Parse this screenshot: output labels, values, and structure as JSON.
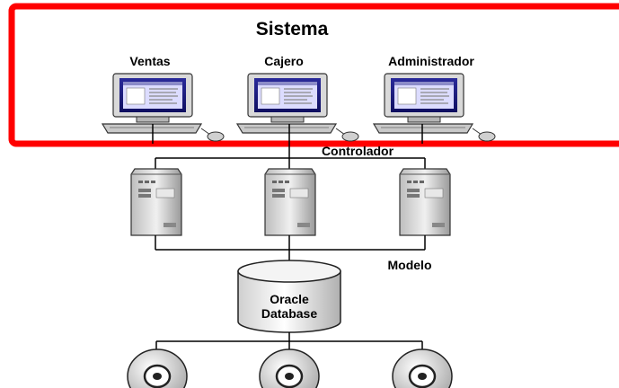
{
  "title": "Sistema",
  "highlight_color": "#ff0000",
  "clients": [
    {
      "label": "Ventas",
      "icon": "computer-icon"
    },
    {
      "label": "Cajero",
      "icon": "computer-icon"
    },
    {
      "label": "Administrador",
      "icon": "computer-icon"
    }
  ],
  "controller": {
    "label": "Controlador",
    "icon": "server-tower-icon"
  },
  "model": {
    "label": "Modelo"
  },
  "database": {
    "line1": "Oracle",
    "line2": "Database",
    "icon": "database-cylinder-icon"
  },
  "storage": {
    "icon": "disc-icon",
    "count": 3
  }
}
